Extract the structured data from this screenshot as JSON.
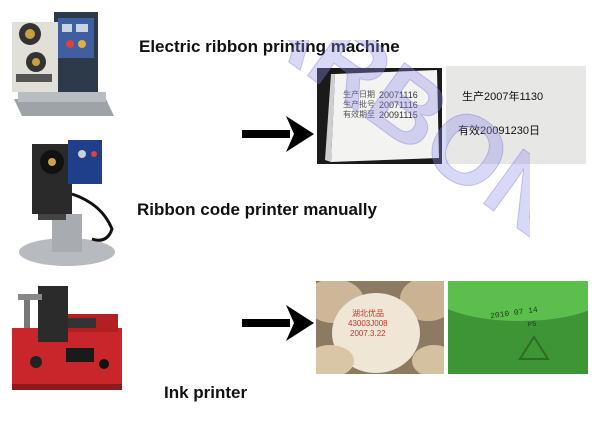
{
  "labels": {
    "electric": "Electric ribbon printing machine",
    "manual": "Ribbon code printer manually",
    "ink": "Ink printer"
  },
  "watermark": "RARBON",
  "samples": {
    "box": {
      "labels": [
        "生产日期",
        "生产批号",
        "有效期至"
      ],
      "values": [
        "20071116",
        "20071116",
        "20091115"
      ]
    },
    "paper": {
      "line1": "生产2007年1130",
      "line2": "有效20091230日"
    },
    "egg": {
      "line1": "湖北优品",
      "line2": "43003J008",
      "line3": "2007.3.22"
    },
    "green": {
      "text": "2010 07 14",
      "mark": "PS"
    }
  },
  "colors": {
    "watermark": "#8f8fe8",
    "ink_machine": "#c8262a",
    "green_cap": "#4aa640"
  }
}
